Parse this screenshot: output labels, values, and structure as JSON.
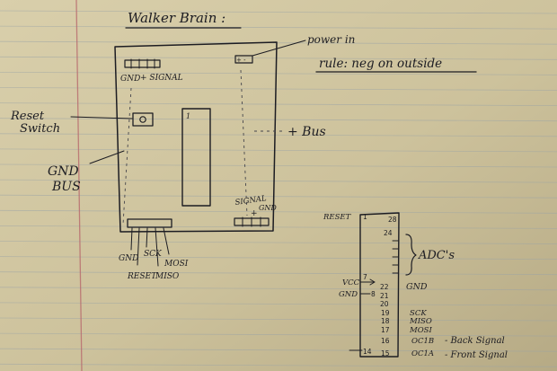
{
  "title": "Walker Brain :",
  "labels": {
    "power_in": "power in",
    "rule": "rule: neg on outside",
    "reset_switch": [
      "Reset",
      "Switch"
    ],
    "gnd_bus": [
      "GND",
      "BUS"
    ],
    "plus_bus": "+ Bus",
    "gnd_top": "GND",
    "plus_signal_top": "+ SIGNAL",
    "signal_bottom": "SIGNAL",
    "gnd_bottom_right": "GND",
    "plus_bottom_right": "+",
    "gnd_prog": "GND",
    "sck": "SCK",
    "reset_prog": "RESET",
    "miso": "MISO",
    "mosi": "MOSI",
    "chip_pin1": "1"
  },
  "chip": {
    "reset": "RESET",
    "pin1": "1",
    "pin28": "28",
    "pin24": "24",
    "adcs": "ADC's",
    "vcc": "VCC",
    "pin7": "7",
    "gnd_left": "GND",
    "pin8": "8",
    "pin22": "22",
    "pin21": "21",
    "pin20": "20",
    "gnd_right": "GND",
    "pin19": "19",
    "sck": "SCK",
    "pin18": "18",
    "miso": "MISO",
    "pin17": "17",
    "mosi": "MOSI",
    "pin16": "16",
    "oc1b": "OC1B",
    "back_signal": "- Back Signal",
    "pin14": "14",
    "pin15": "15",
    "oc1a": "OC1A",
    "front_signal": "- Front Signal"
  }
}
